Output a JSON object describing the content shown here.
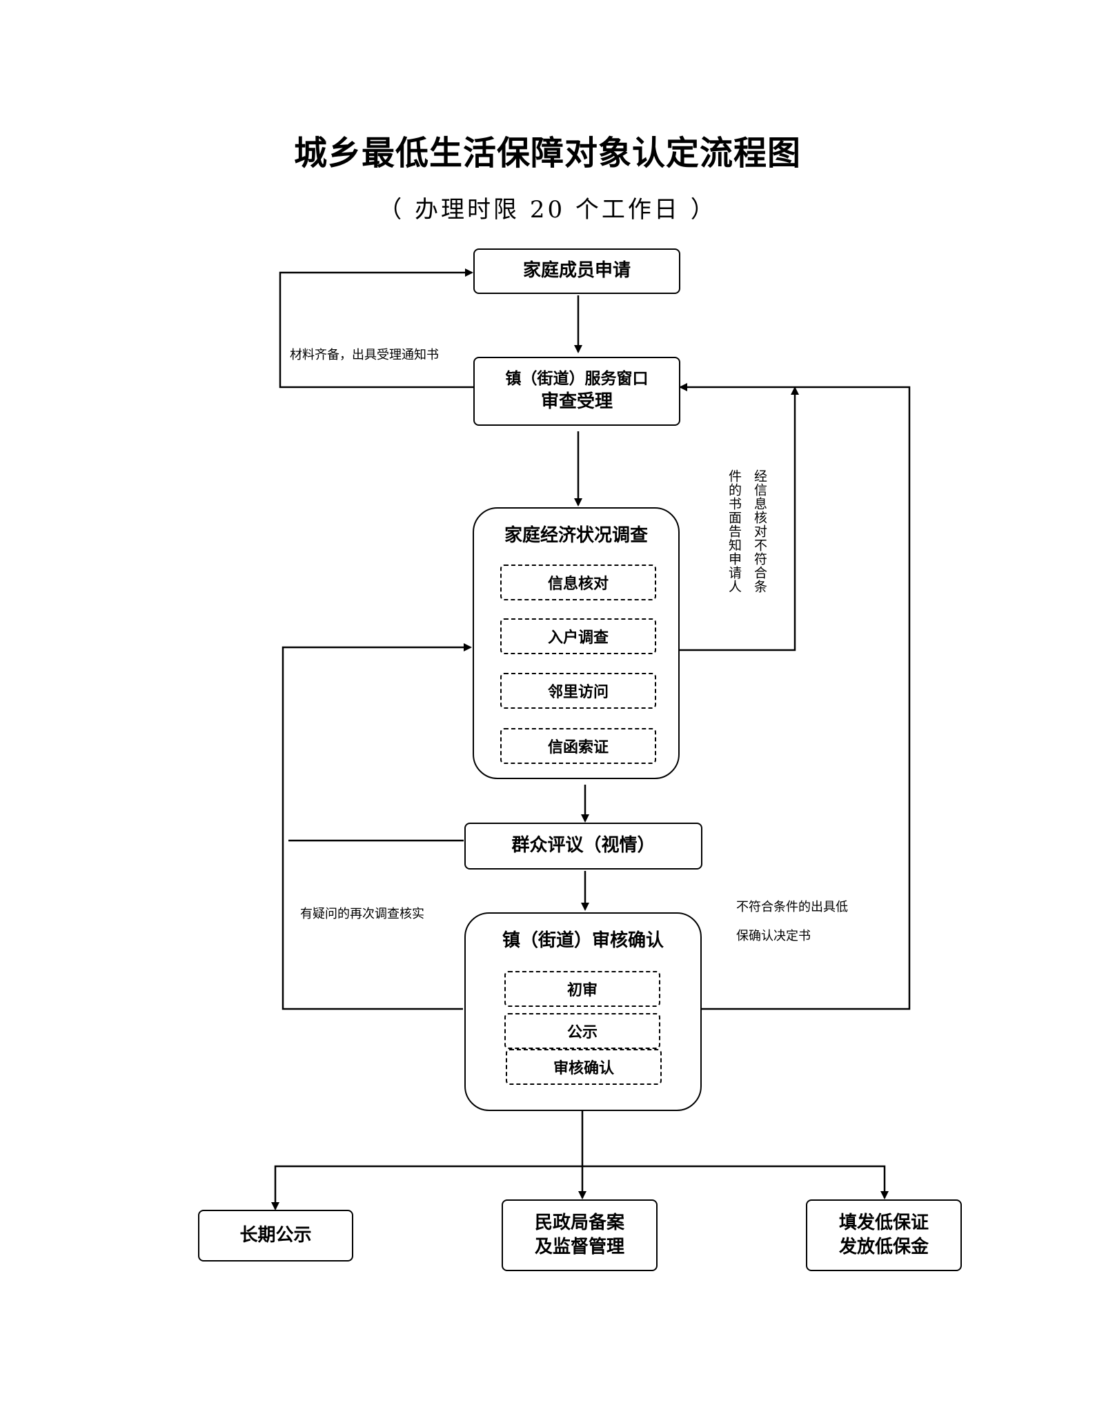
{
  "title": "城乡最低生活保障对象认定流程图",
  "subtitle": "（ 办理时限 20 个工作日 ）",
  "nodes": {
    "apply": "家庭成员申请",
    "window_line1": "镇（街道）服务窗口",
    "window_line2": "审查受理",
    "survey": {
      "title": "家庭经济状况调查",
      "items": [
        "信息核对",
        "入户调查",
        "邻里访问",
        "信函索证"
      ]
    },
    "review": "群众评议（视情）",
    "confirm": {
      "title": "镇（街道）审核确认",
      "items": [
        "初审",
        "公示",
        "审核确认"
      ]
    },
    "publicize": "长期公示",
    "bureau_line1": "民政局备案",
    "bureau_line2": "及监督管理",
    "issue_line1": "填发低保证",
    "issue_line2": "发放低保金"
  },
  "notes": {
    "materials": "材料齐备，出具受理通知书",
    "info_col1": "经信息核对不符合条",
    "info_col2": "件的书面告知申请人",
    "doubt": "有疑问的再次调查核实",
    "reject_line1": "不符合条件的出具低",
    "reject_line2": "保确认决定书"
  }
}
